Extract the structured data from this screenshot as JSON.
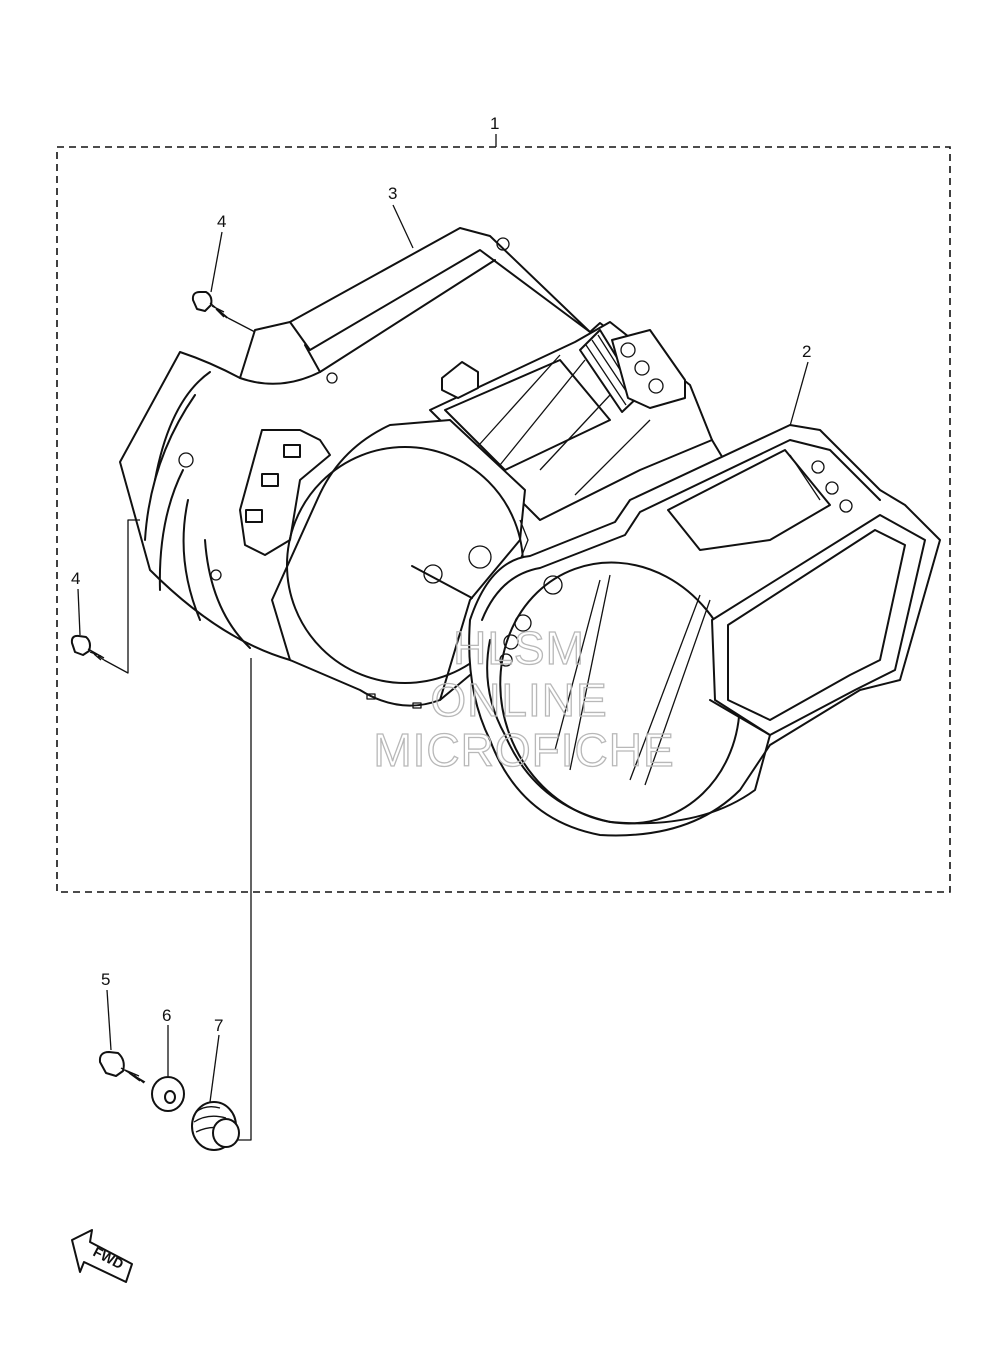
{
  "callouts": {
    "c1": "1",
    "c2": "2",
    "c3": "3",
    "c4a": "4",
    "c4b": "4",
    "c5": "5",
    "c6": "6",
    "c7": "7"
  },
  "watermark": {
    "line1": "HLSM",
    "line2": "ONLINE",
    "line3": "MICROFICHE"
  },
  "direction_arrow": {
    "label": "FWD"
  },
  "icons": [
    "meter-assembly-drawing",
    "screw-icon",
    "washer-icon",
    "grommet-icon",
    "fwd-arrow-icon"
  ]
}
